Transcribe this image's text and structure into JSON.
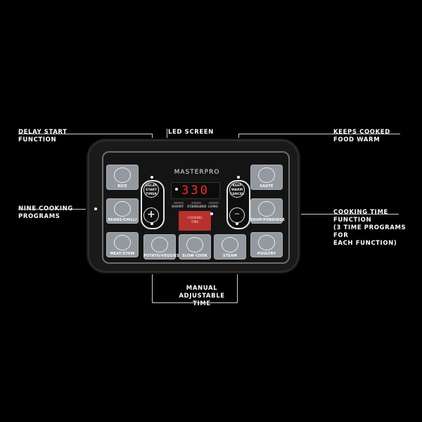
{
  "callouts": {
    "delay_start": "DELAY START\nFUNCTION",
    "led_screen": "LED SCREEN",
    "keeps_cooked": "KEEPS COOKED\nFOOD WARM",
    "nine_programs": "NINE COOKING\nPROGRAMS",
    "cooking_time": "COOKING TIME FUNCTION\n(3 TIME PROGRAMS FOR\nEACH FUNCTION)",
    "manual_time": "MANUAL\nADJUSTABLE TIME"
  },
  "panel": {
    "brand": "MASTERPRO",
    "led_value": "330",
    "buttons": {
      "delay": "DELAY\nSTART\nTIMER",
      "plus": "+",
      "keep_warm": "KEEP\nWARM\nCANCEL",
      "minus": "—",
      "cooking_time": "COOKING\nTIME"
    },
    "modes": [
      "SHORT",
      "STANDARD",
      "LONG"
    ],
    "programs": {
      "rice": "RICE",
      "beans": "BEANS/CHILLI",
      "meat": "MEAT/STEW",
      "potato": "POTATO/VEGGIES",
      "slow": "SLOW COOK",
      "steam": "STEAM",
      "poultry": "POULTRY",
      "saute": "SAUTÉ",
      "soup": "SOUP/PORRIDGE"
    },
    "colors": {
      "tile": "#93999f",
      "led": "#ff2a2a",
      "cook_button": "#b7312e"
    }
  }
}
